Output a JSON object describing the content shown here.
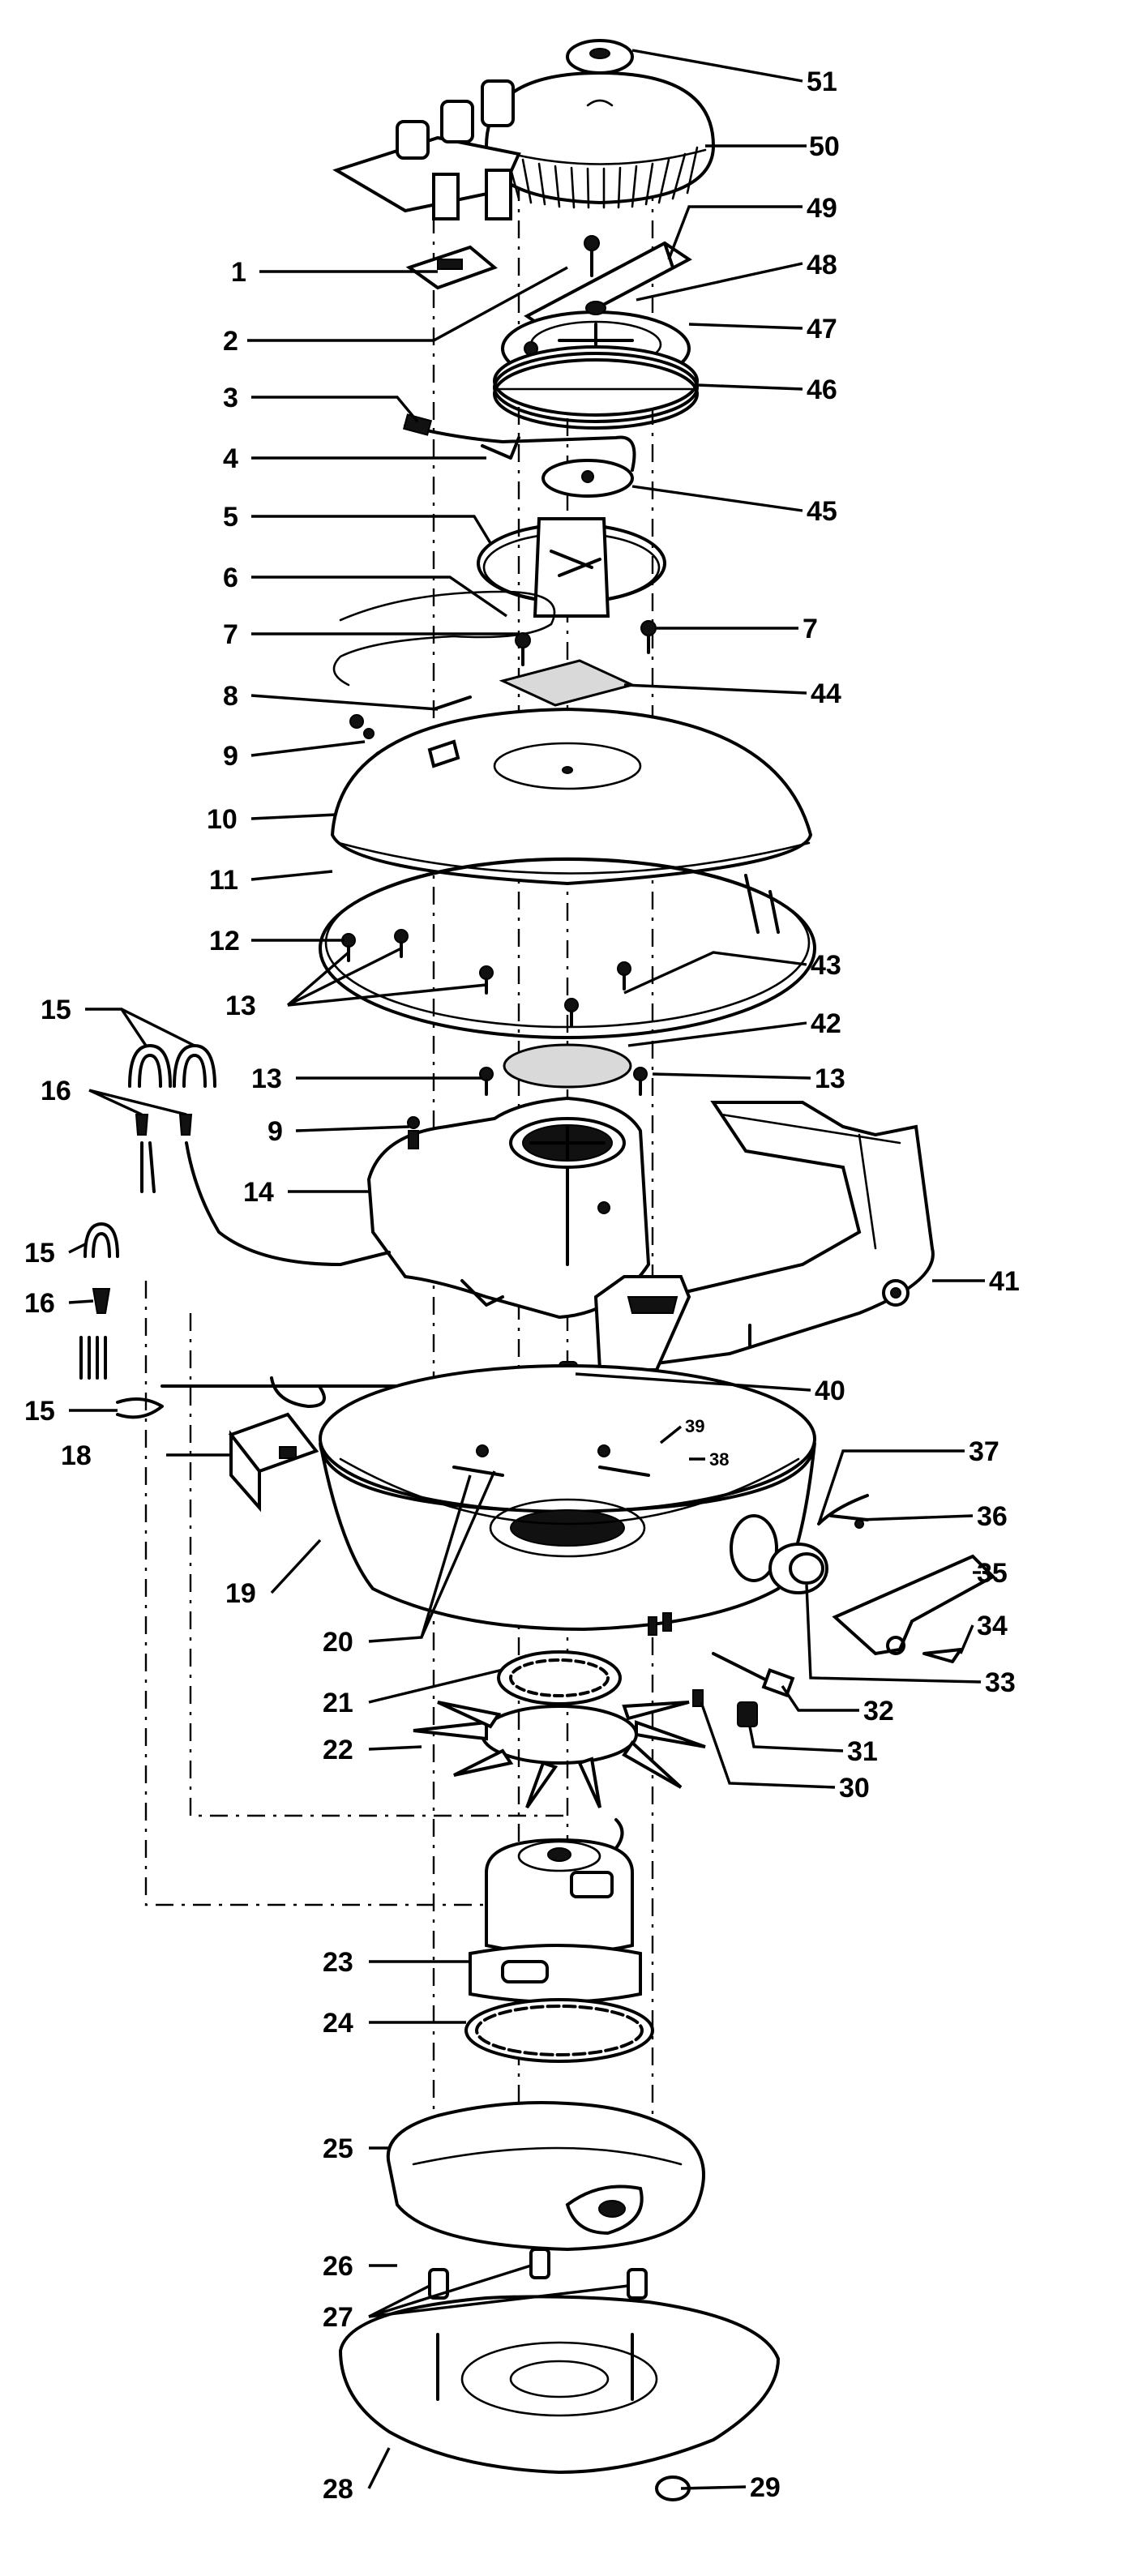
{
  "callouts": [
    {
      "id": "c51",
      "text": "51"
    },
    {
      "id": "c50",
      "text": "50"
    },
    {
      "id": "c49",
      "text": "49"
    },
    {
      "id": "c48",
      "text": "48"
    },
    {
      "id": "c47",
      "text": "47"
    },
    {
      "id": "c46",
      "text": "46"
    },
    {
      "id": "c45",
      "text": "45"
    },
    {
      "id": "c7r",
      "text": "7"
    },
    {
      "id": "c44",
      "text": "44"
    },
    {
      "id": "c43",
      "text": "43"
    },
    {
      "id": "c42",
      "text": "42"
    },
    {
      "id": "c13r",
      "text": "13"
    },
    {
      "id": "c41",
      "text": "41"
    },
    {
      "id": "c40",
      "text": "40"
    },
    {
      "id": "c39",
      "text": "39"
    },
    {
      "id": "c38",
      "text": "38"
    },
    {
      "id": "c37",
      "text": "37"
    },
    {
      "id": "c36",
      "text": "36"
    },
    {
      "id": "c35",
      "text": "35"
    },
    {
      "id": "c34",
      "text": "34"
    },
    {
      "id": "c33",
      "text": "33"
    },
    {
      "id": "c32",
      "text": "32"
    },
    {
      "id": "c31",
      "text": "31"
    },
    {
      "id": "c30",
      "text": "30"
    },
    {
      "id": "c29",
      "text": "29"
    },
    {
      "id": "c1",
      "text": "1"
    },
    {
      "id": "c2",
      "text": "2"
    },
    {
      "id": "c3",
      "text": "3"
    },
    {
      "id": "c4",
      "text": "4"
    },
    {
      "id": "c5",
      "text": "5"
    },
    {
      "id": "c6",
      "text": "6"
    },
    {
      "id": "c7l",
      "text": "7"
    },
    {
      "id": "c8",
      "text": "8"
    },
    {
      "id": "c9a",
      "text": "9"
    },
    {
      "id": "c10",
      "text": "10"
    },
    {
      "id": "c11",
      "text": "11"
    },
    {
      "id": "c12",
      "text": "12"
    },
    {
      "id": "c13l",
      "text": "13"
    },
    {
      "id": "c15a",
      "text": "15"
    },
    {
      "id": "c16a",
      "text": "16"
    },
    {
      "id": "c13m",
      "text": "13"
    },
    {
      "id": "c9b",
      "text": "9"
    },
    {
      "id": "c14",
      "text": "14"
    },
    {
      "id": "c15b",
      "text": "15"
    },
    {
      "id": "c16b",
      "text": "16"
    },
    {
      "id": "c15c",
      "text": "15"
    },
    {
      "id": "c18",
      "text": "18"
    },
    {
      "id": "c19",
      "text": "19"
    },
    {
      "id": "c20",
      "text": "20"
    },
    {
      "id": "c21",
      "text": "21"
    },
    {
      "id": "c22",
      "text": "22"
    },
    {
      "id": "c23",
      "text": "23"
    },
    {
      "id": "c24",
      "text": "24"
    },
    {
      "id": "c25",
      "text": "25"
    },
    {
      "id": "c26",
      "text": "26"
    },
    {
      "id": "c27",
      "text": "27"
    },
    {
      "id": "c28",
      "text": "28"
    }
  ]
}
